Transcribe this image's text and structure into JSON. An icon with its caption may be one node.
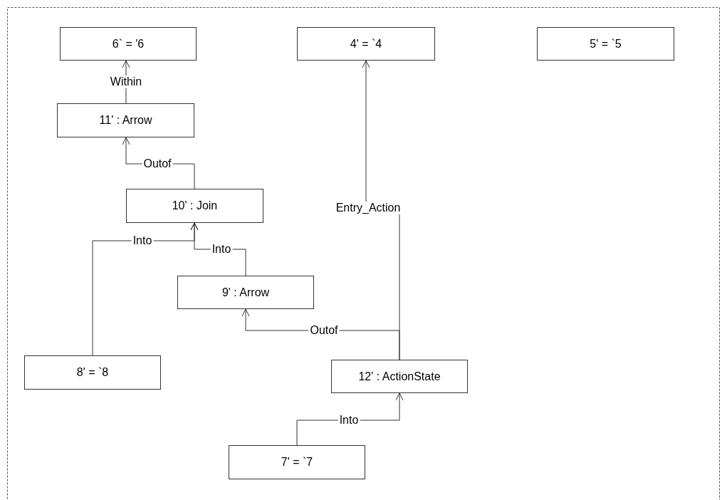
{
  "diagram": {
    "nodes": [
      {
        "text": [
          "6` = '6"
        ]
      },
      {
        "text": [
          "4' = `4"
        ]
      },
      {
        "text": [
          "5' = `5"
        ]
      },
      {
        "text": [
          "11' : Arrow"
        ]
      },
      {
        "text": [
          "10' : Join"
        ]
      },
      {
        "text": [
          "9' : Arrow"
        ]
      },
      {
        "text": [
          "8' = `8"
        ]
      },
      {
        "text": [
          "12' : ActionState"
        ]
      },
      {
        "text": [
          "7' = `7"
        ]
      }
    ],
    "edges": [
      {
        "from": 3,
        "to": 0,
        "arrow": "to",
        "label": "Within"
      },
      {
        "from": 4,
        "to": 3,
        "arrow": "to",
        "label": "Outof"
      },
      {
        "from": 6,
        "to": 4,
        "arrow": "to",
        "label": "Into"
      },
      {
        "from": 5,
        "to": 4,
        "arrow": "to",
        "label": "Into"
      },
      {
        "from": 7,
        "to": 5,
        "arrow": "to",
        "label": "Outof"
      },
      {
        "from": 7,
        "to": 1,
        "arrow": "to",
        "label": "Entry_Action"
      },
      {
        "from": 8,
        "to": 7,
        "arrow": "to",
        "label": "Into"
      }
    ]
  }
}
